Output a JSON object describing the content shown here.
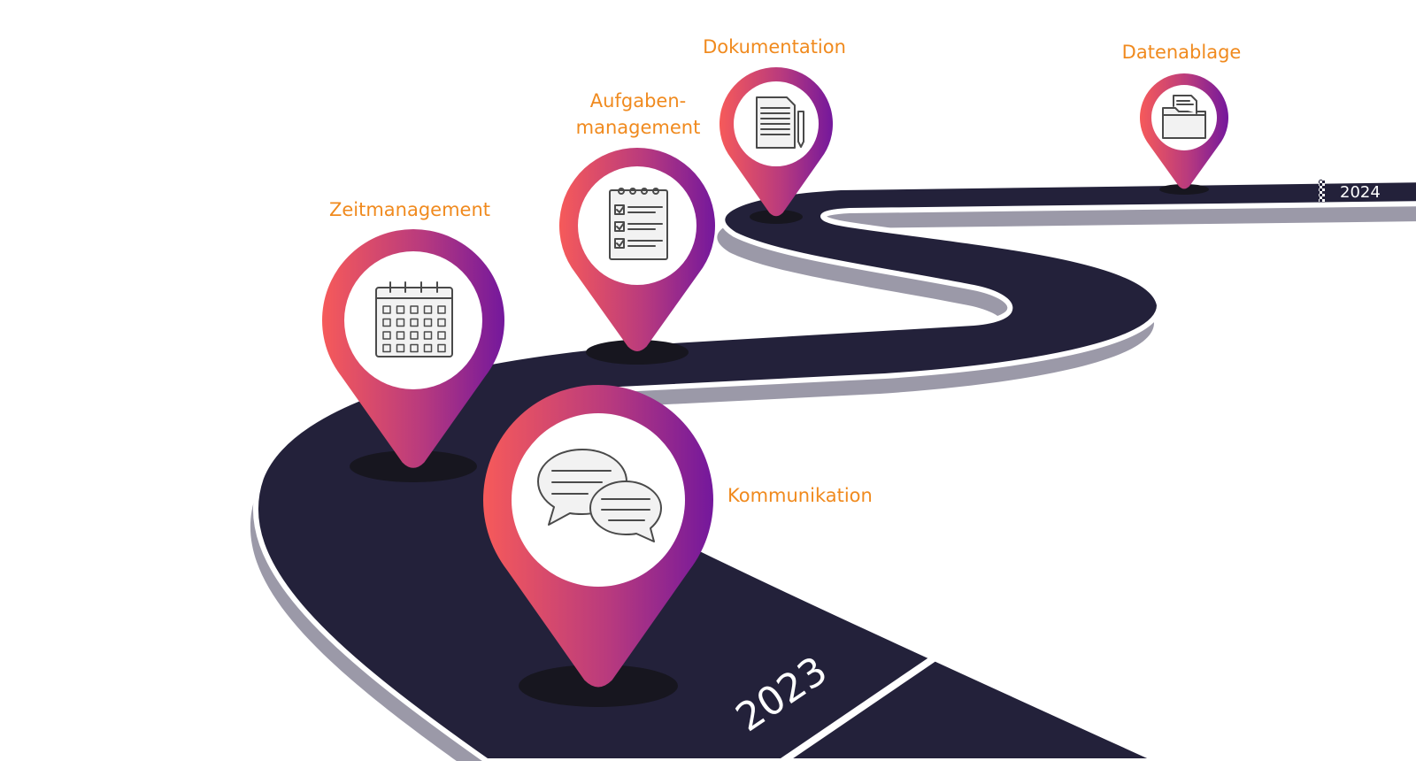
{
  "roadmap": {
    "start_year": "2023",
    "end_year": "2024",
    "milestones": [
      {
        "label": "Kommunikation",
        "icon": "chat-bubbles-icon"
      },
      {
        "label": "Zeitmanagement",
        "icon": "calendar-icon"
      },
      {
        "label_line1": "Aufgaben-",
        "label_line2": "management",
        "icon": "checklist-icon"
      },
      {
        "label": "Dokumentation",
        "icon": "document-pencil-icon"
      },
      {
        "label": "Datenablage",
        "icon": "folder-icon"
      }
    ]
  },
  "colors": {
    "road": "#23213a",
    "road_shadow": "#9b99a8",
    "label": "#f08a1e",
    "pin_gradient_start": "#f65a5a",
    "pin_gradient_end": "#7a1a9a"
  }
}
